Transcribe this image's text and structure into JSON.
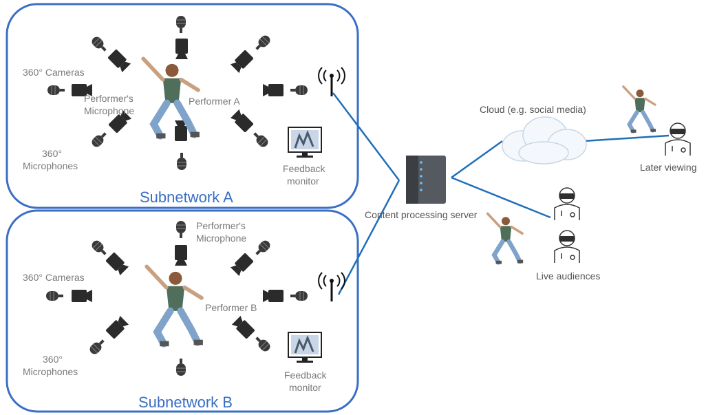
{
  "subnet_a": {
    "title": "Subnetwork A",
    "cameras_label": "360° Cameras",
    "mics_label_1": "360°",
    "mics_label_2": "Microphones",
    "performer_mic_1": "Performer's",
    "performer_mic_2": "Microphone",
    "performer_label": "Performer A",
    "monitor_1": "Feedback",
    "monitor_2": "monitor"
  },
  "subnet_b": {
    "title": "Subnetwork B",
    "cameras_label": "360° Cameras",
    "mics_label_1": "360°",
    "mics_label_2": "Microphones",
    "performer_mic_1": "Performer's",
    "performer_mic_2": "Microphone",
    "performer_label": "Performer B",
    "monitor_1": "Feedback",
    "monitor_2": "monitor"
  },
  "server_label": "Content processing server",
  "cloud_label": "Cloud  (e.g. social media)",
  "later_label": "Later viewing",
  "live_label": "Live audiences",
  "colors": {
    "border": "#3a6fc4",
    "link": "#1f6fb8",
    "device": "#333333"
  }
}
